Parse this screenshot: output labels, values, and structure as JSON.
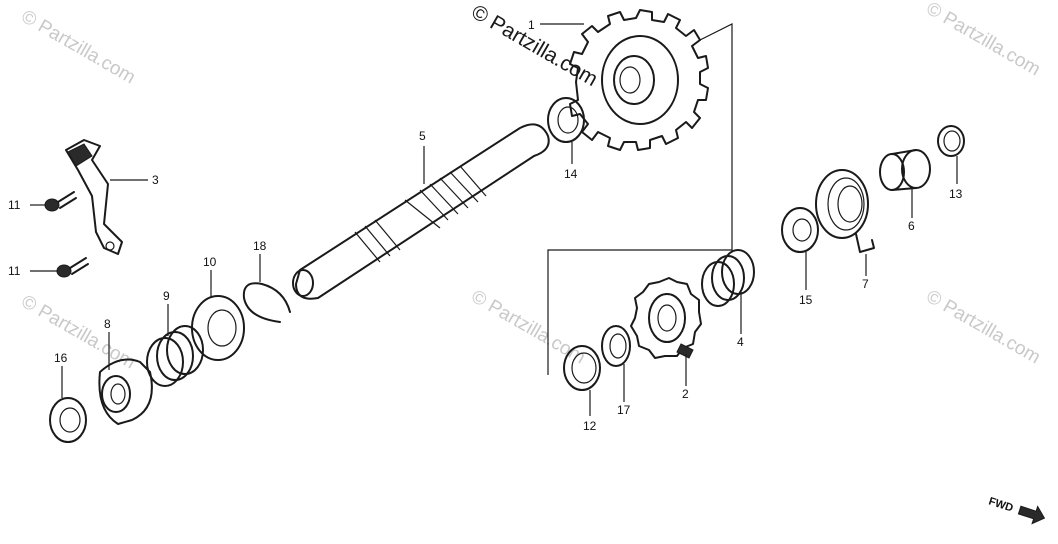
{
  "watermark": {
    "text": "© Partzilla.com",
    "main_text": "© Partzilla.com"
  },
  "fwd_label": "FWD",
  "callouts": [
    {
      "id": "1",
      "label": "1"
    },
    {
      "id": "2",
      "label": "2"
    },
    {
      "id": "3",
      "label": "3"
    },
    {
      "id": "4",
      "label": "4"
    },
    {
      "id": "5",
      "label": "5"
    },
    {
      "id": "6",
      "label": "6"
    },
    {
      "id": "7",
      "label": "7"
    },
    {
      "id": "8",
      "label": "8"
    },
    {
      "id": "9",
      "label": "9"
    },
    {
      "id": "10",
      "label": "10"
    },
    {
      "id": "11a",
      "label": "11"
    },
    {
      "id": "11b",
      "label": "11"
    },
    {
      "id": "12",
      "label": "12"
    },
    {
      "id": "13",
      "label": "13"
    },
    {
      "id": "14",
      "label": "14"
    },
    {
      "id": "15",
      "label": "15"
    },
    {
      "id": "16",
      "label": "16"
    },
    {
      "id": "17",
      "label": "17"
    },
    {
      "id": "18",
      "label": "18"
    }
  ],
  "colors": {
    "line": "#1a1a1a",
    "watermark": "#c9c9c9",
    "background": "#ffffff"
  }
}
